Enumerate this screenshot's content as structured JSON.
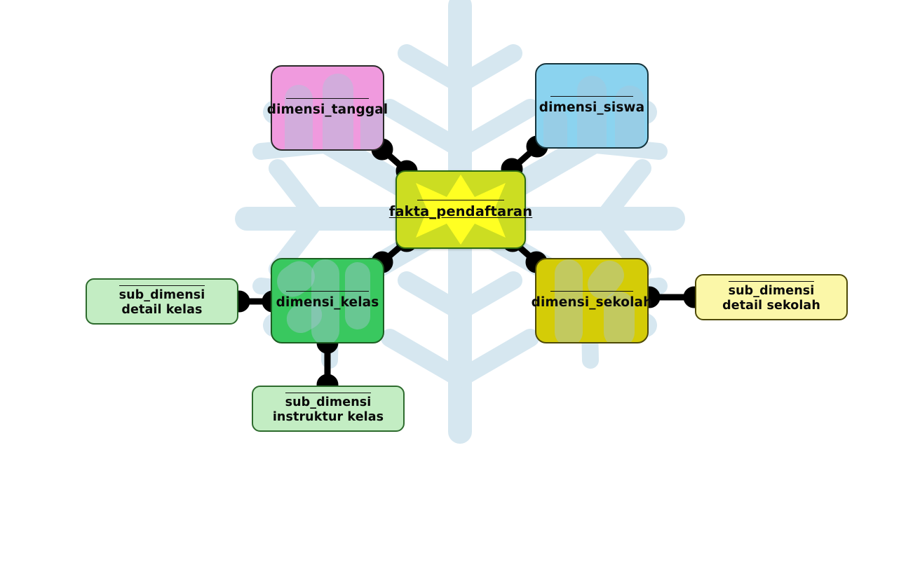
{
  "diagram": {
    "title": "snowflake-schema",
    "background_motif": "snowflake-watermark",
    "colors": {
      "fact_fill": "#ccdd22",
      "fact_star": "#ffff00",
      "fact_border": "#2e6b12",
      "dim_tanggal_fill": "#f09ade",
      "dim_siswa_fill": "#8bd3ef",
      "dim_kelas_fill": "#39c85f",
      "dim_sekolah_fill": "#d4cc07",
      "sub_kelas_fill": "#c3edc3",
      "sub_sekolah_fill": "#fbf7a8",
      "connector": "#000000",
      "snowflake": "#d6e7f0"
    },
    "nodes": {
      "fact": {
        "label": "fakta_pendaftaran",
        "type": "fact-table"
      },
      "dimensi_tanggal": {
        "label": "dimensi_tanggal",
        "type": "dimension-table"
      },
      "dimensi_siswa": {
        "label": "dimensi_siswa",
        "type": "dimension-table"
      },
      "dimensi_kelas": {
        "label": "dimensi_kelas",
        "type": "dimension-table"
      },
      "dimensi_sekolah": {
        "label": "dimensi_sekolah",
        "type": "dimension-table"
      },
      "sub_detail_kelas": {
        "line1": "sub_dimensi",
        "line2": "detail kelas",
        "type": "sub-dimension-table"
      },
      "sub_instruktur_kelas": {
        "line1": "sub_dimensi",
        "line2": "instruktur kelas",
        "type": "sub-dimension-table"
      },
      "sub_detail_sekolah": {
        "line1": "sub_dimensi",
        "line2": "detail sekolah",
        "type": "sub-dimension-table"
      }
    },
    "edges": [
      {
        "from": "dimensi_tanggal",
        "to": "fact"
      },
      {
        "from": "dimensi_siswa",
        "to": "fact"
      },
      {
        "from": "dimensi_kelas",
        "to": "fact"
      },
      {
        "from": "dimensi_sekolah",
        "to": "fact"
      },
      {
        "from": "sub_detail_kelas",
        "to": "dimensi_kelas"
      },
      {
        "from": "sub_instruktur_kelas",
        "to": "dimensi_kelas"
      },
      {
        "from": "sub_detail_sekolah",
        "to": "dimensi_sekolah"
      }
    ]
  }
}
